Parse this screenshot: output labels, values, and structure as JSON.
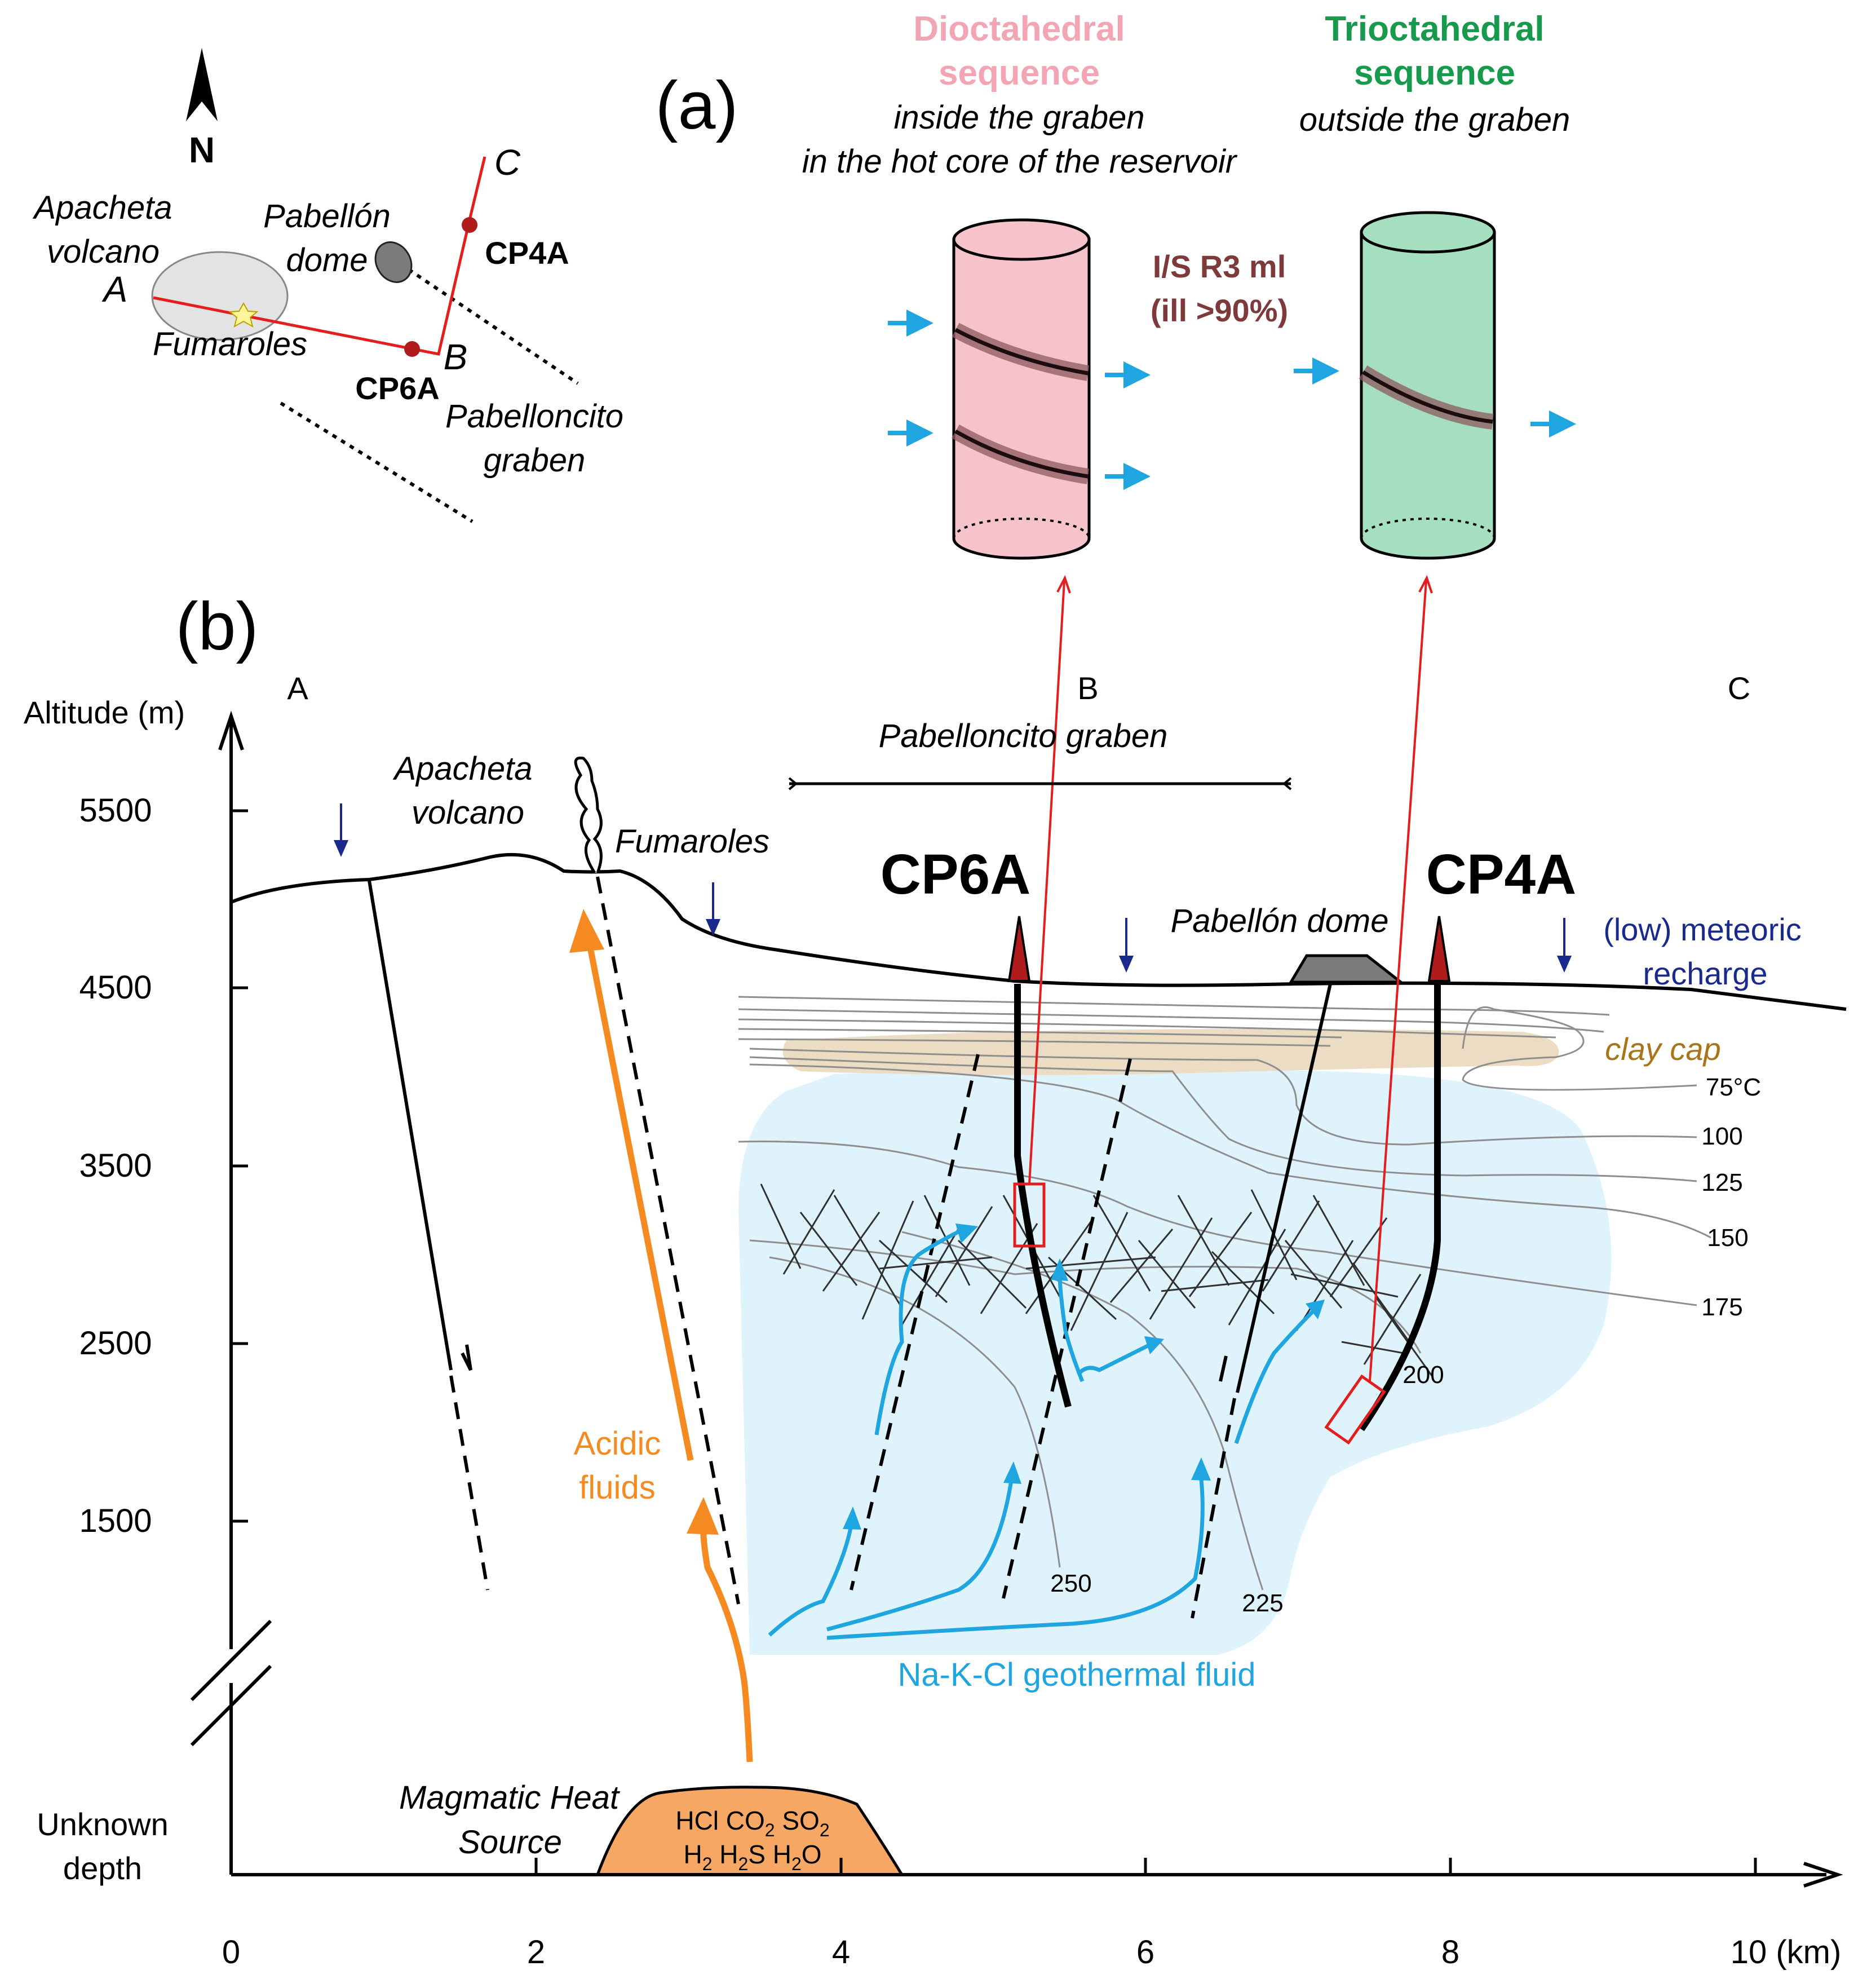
{
  "panel_a": {
    "label": "(a)",
    "north": "N",
    "points": {
      "A": "A",
      "B": "B",
      "C": "C"
    },
    "apacheta_l1": "Apacheta",
    "apacheta_l2": "volcano",
    "pabellon_l1": "Pabellón",
    "pabellon_l2": "dome",
    "fumaroles": "Fumaroles",
    "cp4a": "CP4A",
    "cp6a": "CP6A",
    "graben_l1": "Pabelloncito",
    "graben_l2": "graben",
    "dioc_l1": "Dioctahedral",
    "dioc_l2": "sequence",
    "dioc_l3": "inside the graben",
    "dioc_l4": "in the hot core of the reservoir",
    "trioc_l1": "Trioctahedral",
    "trioc_l2": "sequence",
    "trioc_l3": "outside the graben",
    "is_l1": "I/S R3 ml",
    "is_l2": "(ill >90%)"
  },
  "panel_b": {
    "label": "(b)",
    "y_axis_title": "Altitude (m)",
    "y_ticks": [
      "5500",
      "4500",
      "3500",
      "2500",
      "1500"
    ],
    "unknown_l1": "Unknown",
    "unknown_l2": "depth",
    "x_ticks": [
      "0",
      "2",
      "4",
      "6",
      "8",
      "10 (km)"
    ],
    "sections": {
      "A": "A",
      "B": "B",
      "C": "C"
    },
    "graben": "Pabelloncito graben",
    "apacheta_l1": "Apacheta",
    "apacheta_l2": "volcano",
    "fumaroles": "Fumaroles",
    "cp6a": "CP6A",
    "cp4a": "CP4A",
    "pabellon_dome": "Pabellón dome",
    "meteoric_l1": "(low) meteoric",
    "meteoric_l2": "recharge",
    "clay_cap": "clay cap",
    "isotherms": [
      "75°C",
      "100",
      "125",
      "150",
      "175",
      "200",
      "225",
      "250"
    ],
    "acidic_l1": "Acidic",
    "acidic_l2": "fluids",
    "nakcl": "Na-K-Cl geothermal fluid",
    "magma_l1": "Magmatic Heat",
    "magma_l2": "Source",
    "gases_l1": [
      "HCl CO",
      "2",
      " SO",
      "2"
    ],
    "gases_l2": [
      "H",
      "2",
      " H",
      "2",
      "S H",
      "2",
      "O"
    ]
  },
  "colors": {
    "pink": "#f7c3cb",
    "pink_text": "#f3a5b4",
    "green": "#a6dec0",
    "green_text": "#189a4c",
    "is_text": "#7e3a3a",
    "blue_arrow": "#1fa6e0",
    "orange": "#f58a20",
    "magma": "#f6a764",
    "reservoir": "#dff3fc",
    "clay": "#ecdcc3",
    "clay_text": "#a97518",
    "meteoric": "#1a2a8c",
    "red": "#e51d1d",
    "dark_red": "#b01c1c"
  }
}
